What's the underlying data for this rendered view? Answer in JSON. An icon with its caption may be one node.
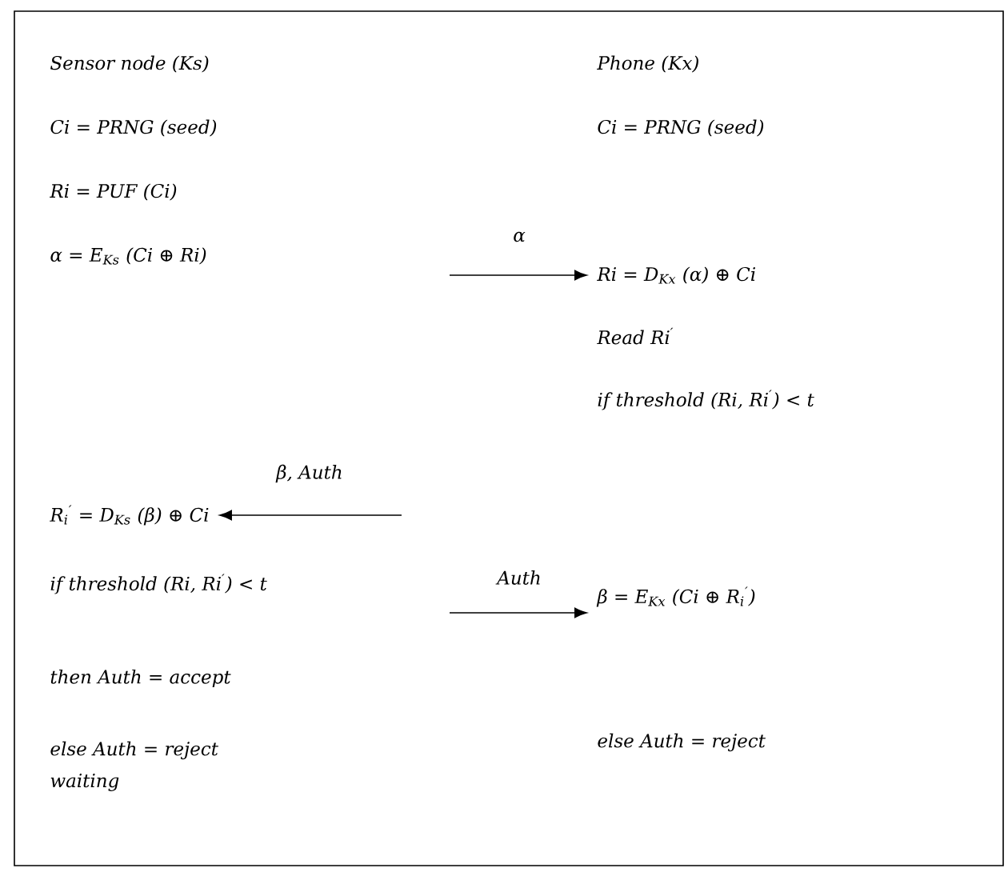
{
  "diagram": {
    "nodes": [
      {
        "text": [
          "Sensor node (Ks)"
        ]
      },
      {
        "text": [
          "Phone (Kx)"
        ]
      },
      {
        "text": [
          "Ci = PRNG (seed)"
        ]
      },
      {
        "text": [
          "Ci = PRNG (seed)"
        ]
      },
      {
        "text": [
          "Ri = PUF (Ci)"
        ]
      },
      {
        "text": [
          "α = E$_{Ks}$ (Ci ⊕ Ri)"
        ]
      },
      {
        "text": [
          "Ri = D$_{Kx}$ (α) ⊕ Ci"
        ]
      },
      {
        "text": [
          "Read Ri$^{′}$"
        ]
      },
      {
        "text": [
          "if threshold (Ri, Ri$^{′}$) < t"
        ]
      },
      {
        "text": [
          "R$_{i}$$^{′}$ = D$_{Ks}$ (β) ⊕ Ci"
        ]
      },
      {
        "text": [
          "if threshold (Ri, Ri$^{′}$) < t"
        ]
      },
      {
        "text": [
          "β = E$_{Kx}$ (Ci ⊕ R$_{i}$$^{′}$)"
        ]
      },
      {
        "text": [
          "then Auth = accept"
        ]
      },
      {
        "text": [
          "else Auth = reject"
        ]
      },
      {
        "text": [
          "else Auth = reject"
        ]
      },
      {
        "text": [
          "waiting"
        ]
      }
    ],
    "edges": [
      {
        "from": null,
        "to": 6,
        "arrow": "to",
        "label": "α"
      },
      {
        "from": null,
        "to": 9,
        "arrow": "to",
        "label": "β, Auth"
      },
      {
        "from": null,
        "to": 11,
        "arrow": "to",
        "label": "Auth"
      }
    ]
  }
}
